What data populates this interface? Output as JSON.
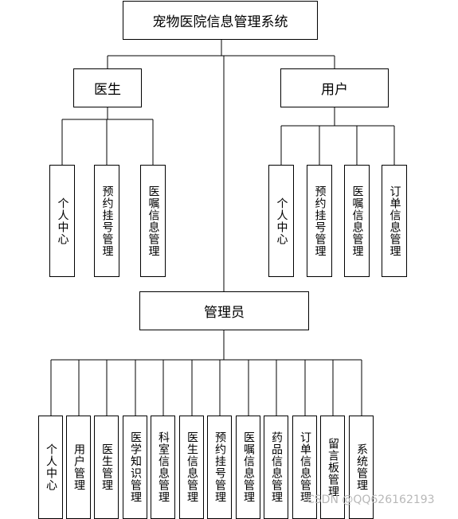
{
  "root": "宠物医院信息管理系统",
  "doctor": {
    "title": "医生",
    "children": [
      "个人中心",
      "预约挂号管理",
      "医嘱信息管理"
    ]
  },
  "user": {
    "title": "用户",
    "children": [
      "个人中心",
      "预约挂号管理",
      "医嘱信息管理",
      "订单信息管理"
    ]
  },
  "admin": {
    "title": "管理员",
    "children": [
      "个人中心",
      "用户管理",
      "医生管理",
      "医学知识管理",
      "科室信息管理",
      "医生信息管理",
      "预约挂号管理",
      "医嘱信息管理",
      "药品信息管理",
      "订单信息管理",
      "留言板管理",
      "系统管理"
    ]
  },
  "watermark": "CSDN @QQ626162193"
}
